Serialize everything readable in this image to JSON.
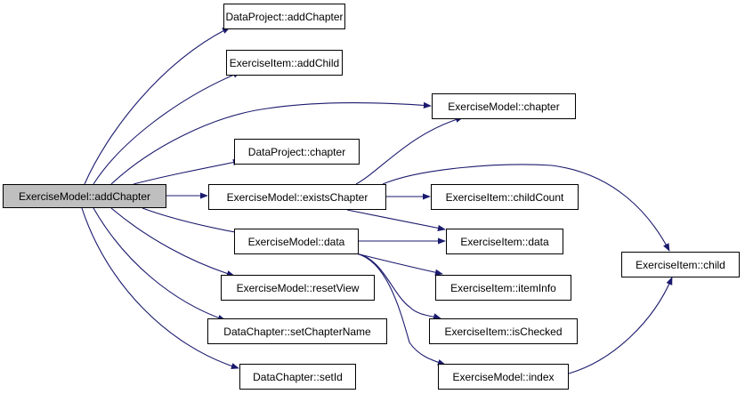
{
  "graph": {
    "edge_color": "#1a1a6e",
    "root_fill": "#bfbfbf",
    "nodes": {
      "root": "ExerciseModel::addChapter",
      "dp_addChapter": "DataProject::addChapter",
      "ei_addChild": "ExerciseItem::addChild",
      "em_chapter": "ExerciseModel::chapter",
      "dp_chapter": "DataProject::chapter",
      "em_existsChapter": "ExerciseModel::existsChapter",
      "ei_childCount": "ExerciseItem::childCount",
      "em_data": "ExerciseModel::data",
      "ei_data": "ExerciseItem::data",
      "ei_child": "ExerciseItem::child",
      "em_resetView": "ExerciseModel::resetView",
      "ei_itemInfo": "ExerciseItem::itemInfo",
      "dc_setChapterName": "DataChapter::setChapterName",
      "ei_isChecked": "ExerciseItem::isChecked",
      "dc_setId": "DataChapter::setId",
      "em_index": "ExerciseModel::index"
    },
    "edges": [
      {
        "from": "root",
        "to": "dp_addChapter"
      },
      {
        "from": "root",
        "to": "ei_addChild"
      },
      {
        "from": "root",
        "to": "em_chapter"
      },
      {
        "from": "root",
        "to": "dp_chapter"
      },
      {
        "from": "root",
        "to": "em_existsChapter"
      },
      {
        "from": "root",
        "to": "em_data"
      },
      {
        "from": "root",
        "to": "em_resetView"
      },
      {
        "from": "root",
        "to": "dc_setChapterName"
      },
      {
        "from": "root",
        "to": "dc_setId"
      },
      {
        "from": "em_existsChapter",
        "to": "em_chapter"
      },
      {
        "from": "em_existsChapter",
        "to": "ei_childCount"
      },
      {
        "from": "em_existsChapter",
        "to": "ei_data"
      },
      {
        "from": "em_existsChapter",
        "to": "ei_child"
      },
      {
        "from": "em_data",
        "to": "ei_data"
      },
      {
        "from": "em_data",
        "to": "ei_itemInfo"
      },
      {
        "from": "em_data",
        "to": "ei_isChecked"
      },
      {
        "from": "em_data",
        "to": "em_index"
      },
      {
        "from": "em_index",
        "to": "ei_child"
      }
    ]
  }
}
